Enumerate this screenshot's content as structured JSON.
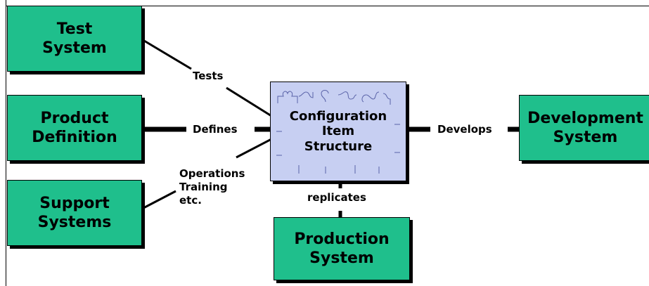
{
  "nodes": {
    "test_system": "Test\nSystem",
    "product_definition": "Product\nDefinition",
    "support_systems": "Support\nSystems",
    "development_system": "Development\nSystem",
    "production_system": "Production\nSystem",
    "config_item_structure": "Configuration\nItem\nStructure"
  },
  "edges": {
    "tests": "Tests",
    "defines": "Defines",
    "operations": "Operations\nTraining\netc.",
    "develops": "Develops",
    "replicates": "replicates"
  },
  "colors": {
    "box_fill": "#1fbf8c",
    "center_fill": "#c7cff2",
    "line": "#000000"
  }
}
